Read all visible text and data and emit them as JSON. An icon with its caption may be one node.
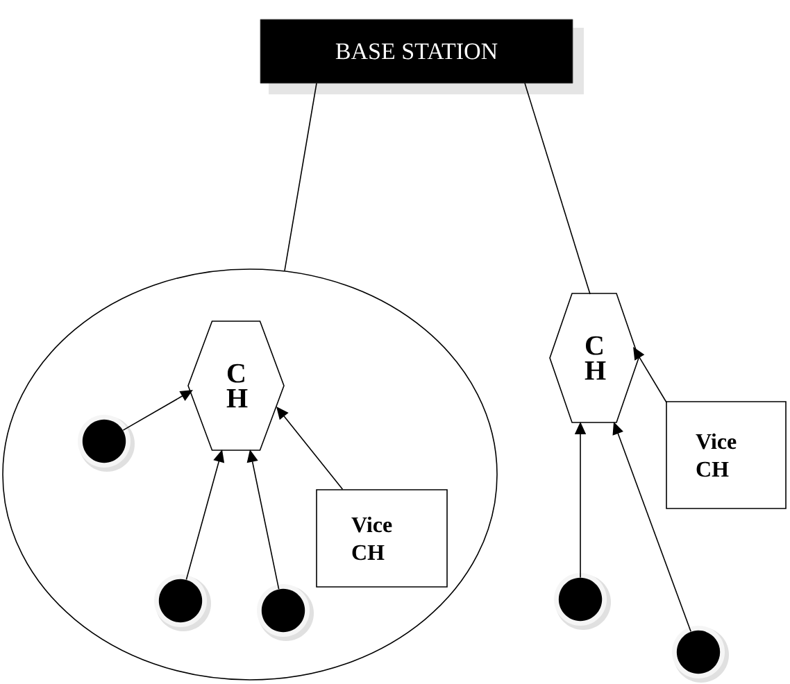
{
  "diagram": {
    "nodes": [
      {
        "text": [
          "BASE STATION"
        ]
      },
      {
        "text": [],
        "shape": "ellipse"
      },
      {
        "text": [
          "C H"
        ],
        "in": 1
      },
      {
        "text": [],
        "shape": "circle",
        "in": 1
      },
      {
        "text": [],
        "shape": "circle",
        "in": 1
      },
      {
        "text": [],
        "shape": "circle",
        "in": 1
      },
      {
        "text": [
          "Vice CH"
        ],
        "in": 1
      },
      {
        "text": [
          "C H"
        ]
      },
      {
        "text": [
          "Vice CH"
        ]
      },
      {
        "text": [],
        "shape": "circle"
      },
      {
        "text": [],
        "shape": "circle"
      }
    ],
    "edges": [
      {
        "from": 0,
        "to": 1,
        "arrow": "none"
      },
      {
        "from": 0,
        "to": 7,
        "arrow": "none"
      },
      {
        "from": 3,
        "to": 2,
        "arrow": "to"
      },
      {
        "from": 4,
        "to": 2,
        "arrow": "to"
      },
      {
        "from": 5,
        "to": 2,
        "arrow": "to"
      },
      {
        "from": 6,
        "to": 2,
        "arrow": "to"
      },
      {
        "from": 9,
        "to": 7,
        "arrow": "to"
      },
      {
        "from": 10,
        "to": 7,
        "arrow": "to"
      },
      {
        "from": 8,
        "to": 7,
        "arrow": "to"
      }
    ]
  }
}
